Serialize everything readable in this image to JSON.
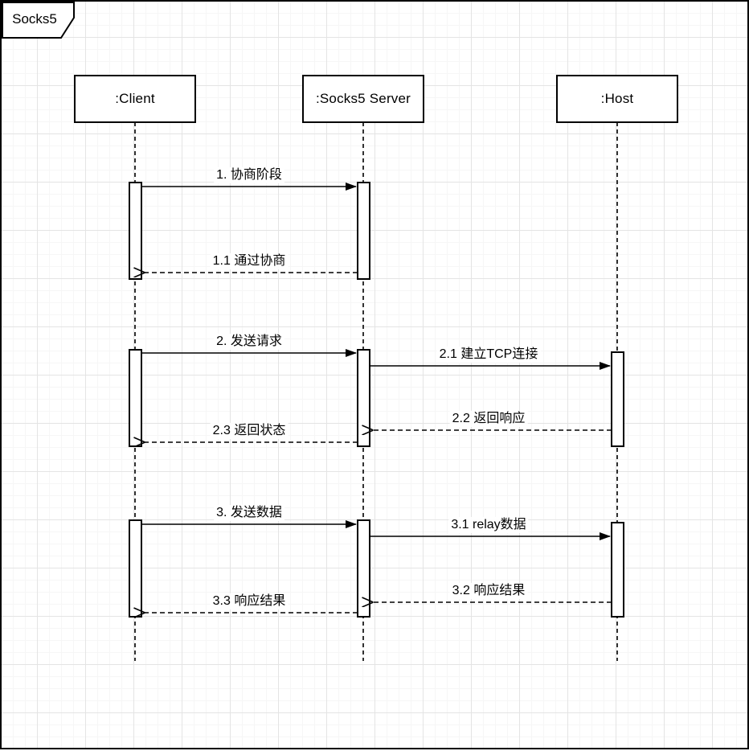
{
  "frame": {
    "title": "Socks5"
  },
  "actors": [
    {
      "id": "client",
      "name": ":Client"
    },
    {
      "id": "server",
      "name": ":Socks5 Server"
    },
    {
      "id": "host",
      "name": ":Host"
    }
  ],
  "messages": [
    {
      "seq": "1",
      "label": "1. 协商阶段",
      "from": ":Client",
      "to": ":Socks5 Server",
      "line": "solid",
      "arrowhead": "filled"
    },
    {
      "seq": "1.1",
      "label": "1.1 通过协商",
      "from": ":Socks5 Server",
      "to": ":Client",
      "line": "dashed",
      "arrowhead": "open"
    },
    {
      "seq": "2",
      "label": "2. 发送请求",
      "from": ":Client",
      "to": ":Socks5 Server",
      "line": "solid",
      "arrowhead": "filled"
    },
    {
      "seq": "2.1",
      "label": "2.1 建立TCP连接",
      "from": ":Socks5 Server",
      "to": ":Host",
      "line": "solid",
      "arrowhead": "filled"
    },
    {
      "seq": "2.2",
      "label": "2.2 返回响应",
      "from": ":Host",
      "to": ":Socks5 Server",
      "line": "dashed",
      "arrowhead": "open"
    },
    {
      "seq": "2.3",
      "label": "2.3 返回状态",
      "from": ":Socks5 Server",
      "to": ":Client",
      "line": "dashed",
      "arrowhead": "open"
    },
    {
      "seq": "3",
      "label": "3. 发送数据",
      "from": ":Client",
      "to": ":Socks5 Server",
      "line": "solid",
      "arrowhead": "filled"
    },
    {
      "seq": "3.1",
      "label": "3.1 relay数据",
      "from": ":Socks5 Server",
      "to": ":Host",
      "line": "solid",
      "arrowhead": "filled"
    },
    {
      "seq": "3.2",
      "label": "3.2 响应结果",
      "from": ":Host",
      "to": ":Socks5 Server",
      "line": "dashed",
      "arrowhead": "open"
    },
    {
      "seq": "3.3",
      "label": "3.3 响应结果",
      "from": ":Socks5 Server",
      "to": ":Client",
      "line": "dashed",
      "arrowhead": "open"
    }
  ],
  "colors": {
    "stroke": "#000000",
    "shape_fill": "#ffffff",
    "background": "#ffffff",
    "grid_minor": "#f6f6f6",
    "grid_major": "#e4e4e4"
  }
}
